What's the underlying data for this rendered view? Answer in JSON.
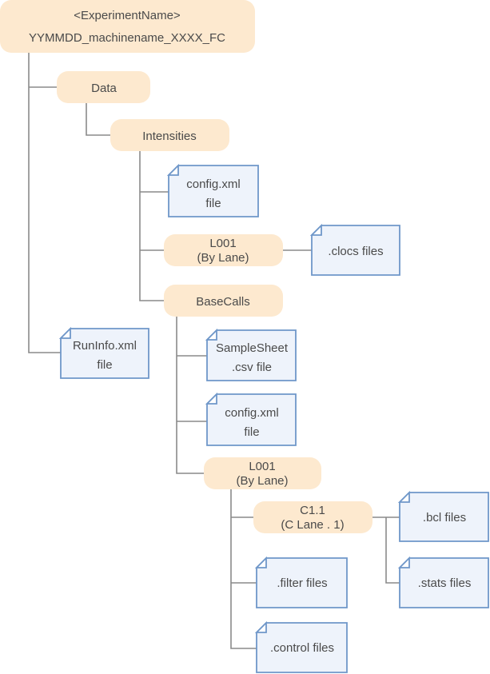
{
  "root": {
    "line1": "<ExperimentName>",
    "line2": "YYMMDD_machinename_XXXX_FC"
  },
  "data_folder": "Data",
  "intensities_folder": "Intensities",
  "intensities_config_file": {
    "line1": "config.xml",
    "line2": "file"
  },
  "intensities_lane": {
    "line1": "L001",
    "line2": "(By Lane)"
  },
  "clocs_file": ".clocs files",
  "basecalls_folder": "BaseCalls",
  "runinfo_file": {
    "line1": "RunInfo.xml",
    "line2": "file"
  },
  "samplesheet_file": {
    "line1": "SampleSheet",
    "line2": ".csv file"
  },
  "basecalls_config_file": {
    "line1": "config.xml",
    "line2": "file"
  },
  "basecalls_lane": {
    "line1": "L001",
    "line2": "(By Lane)"
  },
  "cycle_folder": {
    "line1": "C1.1",
    "line2": "(C Lane . 1)"
  },
  "bcl_file": ".bcl files",
  "stats_file": ".stats files",
  "filter_file": ".filter files",
  "control_file": ".control files"
}
